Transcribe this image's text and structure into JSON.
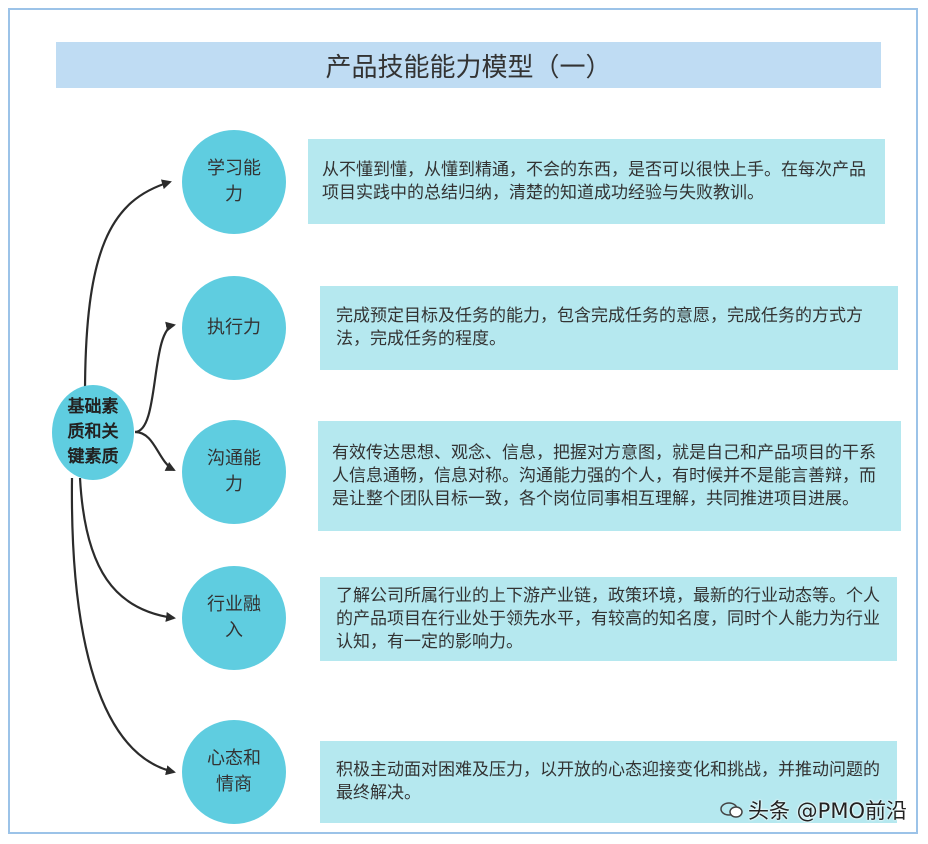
{
  "title": "产品技能能力模型（一）",
  "root": {
    "label": "基础素质和关键素质"
  },
  "branches": [
    {
      "label": "学习能力",
      "description": "从不懂到懂，从懂到精通，不会的东西，是否可以很快上手。在每次产品项目实践中的总结归纳，清楚的知道成功经验与失败教训。"
    },
    {
      "label": "执行力",
      "description": "完成预定目标及任务的能力，包含完成任务的意愿，完成任务的方式方法，完成任务的程度。"
    },
    {
      "label": "沟通能力",
      "description": "有效传达思想、观念、信息，把握对方意图，就是自己和产品项目的干系人信息通畅，信息对称。沟通能力强的个人，有时候并不是能言善辩，而是让整个团队目标一致，各个岗位同事相互理解，共同推进项目进展。"
    },
    {
      "label": "行业融入",
      "description": "了解公司所属行业的上下游产业链，政策环境，最新的行业动态等。个人的产品项目在行业处于领先水平，有较高的知名度，同时个人能力为行业认知，有一定的影响力。"
    },
    {
      "label": "心态和情商",
      "description": "积极主动面对困难及压力，以开放的心态迎接变化和挑战，并推动问题的最终解决。"
    }
  ],
  "watermark": "头条 @PMO前沿",
  "colors": {
    "node_fill": "#5fcde0",
    "desc_fill": "#b5e8ef",
    "title_fill": "#bfdcf3",
    "frame": "#9cc3e8"
  }
}
